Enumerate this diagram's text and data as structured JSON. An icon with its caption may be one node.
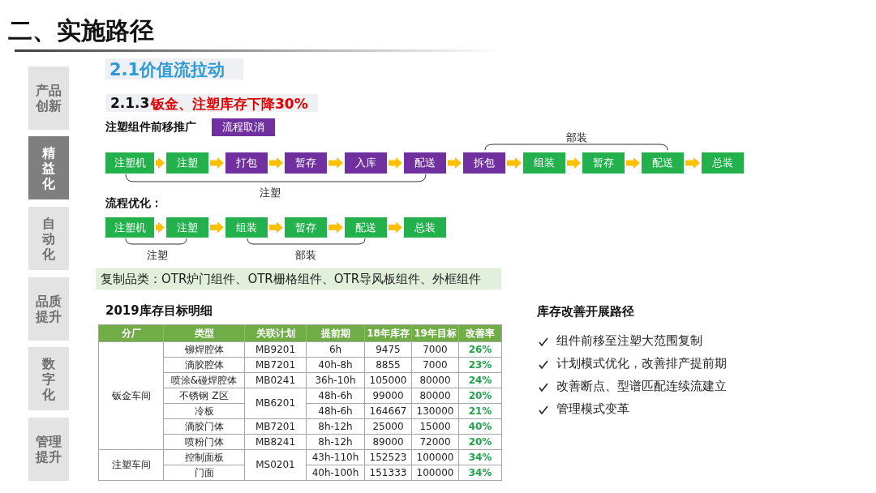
{
  "diagram": {
    "title": "二、实施路径",
    "nodes": [
      {
        "text": [
          "产品创新"
        ]
      },
      {
        "text": [
          "精益化"
        ]
      },
      {
        "text": [
          "自动化"
        ]
      },
      {
        "text": [
          "品质提升"
        ]
      },
      {
        "text": [
          "数字化"
        ]
      },
      {
        "text": [
          "管理提升"
        ]
      },
      {
        "text": [
          "注塑机"
        ]
      },
      {
        "text": [
          "注塑"
        ]
      },
      {
        "text": [
          "打包"
        ]
      },
      {
        "text": [
          "暂存"
        ]
      },
      {
        "text": [
          "入库"
        ]
      },
      {
        "text": [
          "配送"
        ]
      },
      {
        "text": [
          "拆包"
        ]
      },
      {
        "text": [
          "组装"
        ]
      },
      {
        "text": [
          "暂存"
        ]
      },
      {
        "text": [
          "配送"
        ]
      },
      {
        "text": [
          "总装"
        ]
      },
      {
        "text": [
          "注塑机"
        ]
      },
      {
        "text": [
          "注塑"
        ]
      },
      {
        "text": [
          "组装"
        ]
      },
      {
        "text": [
          "暂存"
        ]
      },
      {
        "text": [
          "配送"
        ]
      },
      {
        "text": [
          "总装"
        ]
      }
    ],
    "edges": [
      {
        "from": 6,
        "to": 7,
        "arrow": "to"
      },
      {
        "from": 7,
        "to": 8,
        "arrow": "to"
      },
      {
        "from": 8,
        "to": 9,
        "arrow": "to"
      },
      {
        "from": 9,
        "to": 10,
        "arrow": "to"
      },
      {
        "from": 10,
        "to": 11,
        "arrow": "to"
      },
      {
        "from": 11,
        "to": 12,
        "arrow": "to"
      },
      {
        "from": 12,
        "to": 13,
        "arrow": "to"
      },
      {
        "from": 13,
        "to": 14,
        "arrow": "to"
      },
      {
        "from": 14,
        "to": 15,
        "arrow": "to"
      },
      {
        "from": 15,
        "to": 16,
        "arrow": "to"
      },
      {
        "from": 17,
        "to": 18,
        "arrow": "to"
      },
      {
        "from": 18,
        "to": 19,
        "arrow": "to"
      },
      {
        "from": 19,
        "to": 20,
        "arrow": "to"
      },
      {
        "from": 20,
        "to": 21,
        "arrow": "to"
      },
      {
        "from": 21,
        "to": 22,
        "arrow": "to"
      }
    ],
    "labels": [
      "2.1价值流拉动",
      "2.1.3",
      "钣金、注塑库存下降30%",
      "注塑组件前移推广",
      "部装",
      "注塑",
      "流程优化：",
      "注塑",
      "部装",
      "复制品类：OTR炉门组件、OTR栅格组件、OTR导风板组件、外框组件",
      "2019库存目标明细",
      "分厂",
      "类型",
      "关联计划",
      "提前期",
      "18年库存",
      "19年目标",
      "改善率",
      "钣金车间",
      "铆焊腔体",
      "MB9201",
      "6h",
      "9475",
      "7000",
      "26%",
      "滴胶腔体",
      "MB7201",
      "40h-8h",
      "8855",
      "7000",
      "23%",
      "喷涂&碰焊腔体",
      "MB0241",
      "36h-10h",
      "105000",
      "80000",
      "24%",
      "不锈钢  Z区",
      "MB6201",
      "48h-6h",
      "99000",
      "80000",
      "20%",
      "冷板",
      "48h-6h",
      "164667",
      "130000",
      "21%",
      "滴胶门体",
      "MB7201",
      "8h-12h",
      "25000",
      "15000",
      "40%",
      "喷粉门体",
      "MB8241",
      "8h-12h",
      "89000",
      "72000",
      "20%",
      "注塑车间",
      "控制面板",
      "MS0201",
      "43h-110h",
      "152523",
      "100000",
      "34%",
      "门面",
      "40h-100h",
      "151333",
      "100000",
      "34%",
      "库存改善开展路径",
      "组件前移至注塑大范围复制",
      "计划模式优化，改善排产提前期",
      "改善断点、型谱匹配连续流建立",
      "管理模式变革"
    ],
    "legend": [
      {
        "text": "流程取消",
        "color": "#7030a0"
      }
    ]
  }
}
